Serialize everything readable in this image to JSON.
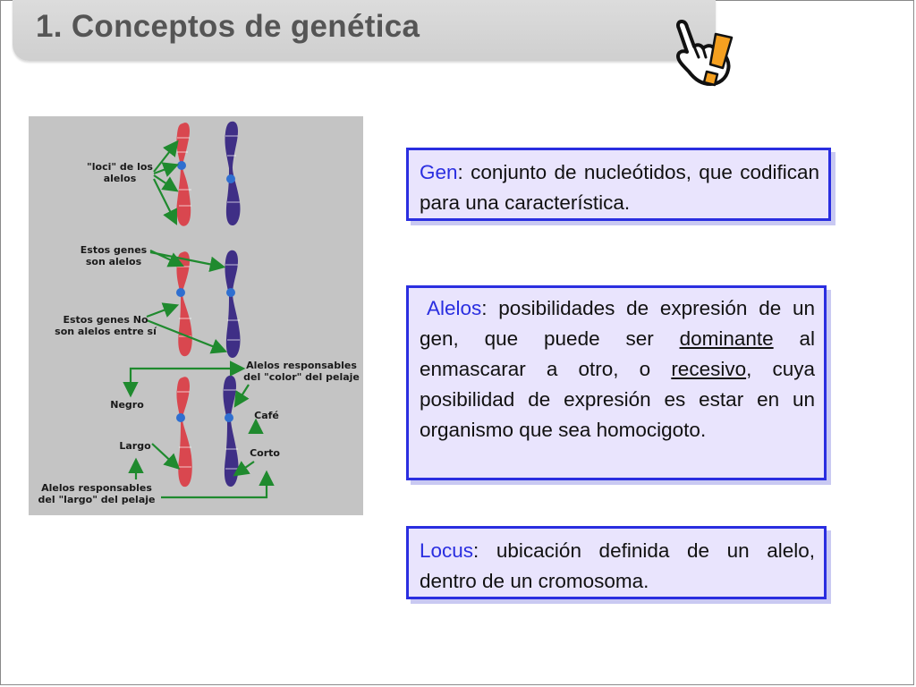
{
  "slide": {
    "title": "1. Conceptos de genética"
  },
  "figure": {
    "labels": {
      "loci": "\"loci\" de los alelos",
      "son_alelos": "Estos genes son alelos",
      "no_alelos": "Estos genes No son alelos entre sí",
      "color": "Alelos responsables del \"color\" del pelaje",
      "negro": "Negro",
      "cafe": "Café",
      "largo": "Largo",
      "corto": "Corto",
      "largo_pelaje": "Alelos responsables del \"largo\" del pelaje"
    },
    "colors": {
      "background": "#c4c4c4",
      "chromosome_red": "#d9474f",
      "chromosome_purple": "#3f2f86",
      "centromere": "#2f6fd0",
      "arrows": "#1f8a2e"
    }
  },
  "definitions": {
    "gen": {
      "term": "Gen",
      "text": ": conjunto de nucleótidos, que codifican para una característica."
    },
    "alelos": {
      "term": "Alelos",
      "text_1": ": posibilidades de expresión de un gen, que puede ser ",
      "dominante": "dominante",
      "text_2": " al enmascarar a otro, o ",
      "recesivo": "recesivo",
      "text_3": ", cuya posibilidad de expresión es estar  en un organismo que sea homocigoto."
    },
    "locus": {
      "term": "Locus",
      "text": ": ubicación definida de un alelo, dentro de un cromosoma."
    }
  },
  "theme": {
    "box_border": "#2a2ee0",
    "box_fill": "#e9e4fd",
    "term_color": "#2a2ee0",
    "title_color": "#555555",
    "icon_orange": "#f5a020"
  },
  "icons": [
    "pointing-hand-icon",
    "exclamation-icon"
  ]
}
